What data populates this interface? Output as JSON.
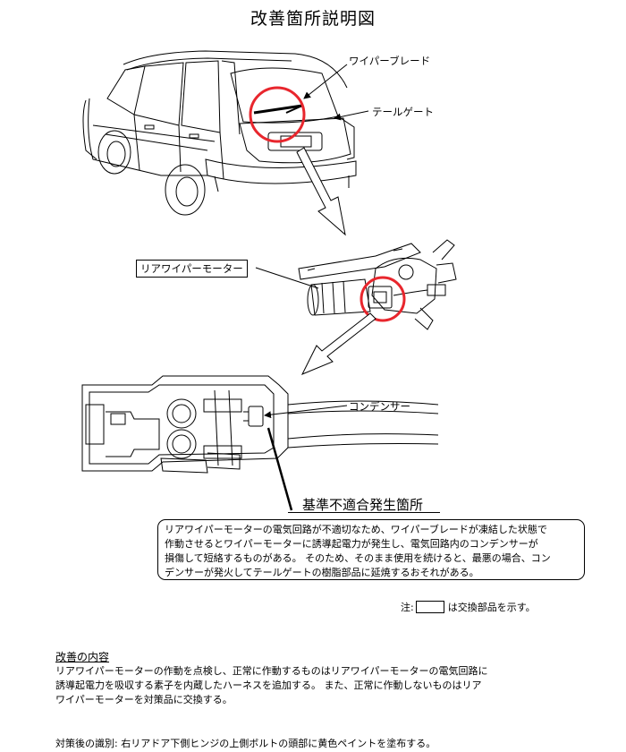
{
  "title": "改善箇所説明図",
  "labels": {
    "wiper_blade": "ワイパーブレード",
    "tailgate": "テールゲート",
    "rear_wiper_motor": "リアワイパーモーター",
    "condenser": "コンデンサー"
  },
  "nonconformity": {
    "heading": "基準不適合発生箇所",
    "lines": [
      "リアワイパーモーターの電気回路が不適切なため、ワイパーブレードが凍結した状態で",
      "作動させるとワイパーモーターに誘導起電力が発生し、電気回路内のコンデンサーが",
      "損傷して短絡するものがある。 そのため、そのまま使用を続けると、最悪の場合、コン",
      "デンサーが発火してテールゲートの樹脂部品に延焼するおそれがある。"
    ]
  },
  "note": {
    "prefix": "注:",
    "suffix": "は交換部品を示す。"
  },
  "improvement": {
    "heading": "改善の内容",
    "lines": [
      "リアワイパーモーターの作動を点検し、正常に作動するものはリアワイパーモーターの電気回路に",
      "誘導起電力を吸収する素子を内蔵したハーネスを追加する。 また、正常に作動しないものはリア",
      "ワイパーモーターを対策品に交換する。"
    ]
  },
  "identification": "対策後の識別: 右リアドア下側ヒンジの上側ボルトの頭部に黄色ペイントを塗布する。",
  "colors": {
    "highlight_circle": "#e8262d",
    "line": "#000000"
  }
}
